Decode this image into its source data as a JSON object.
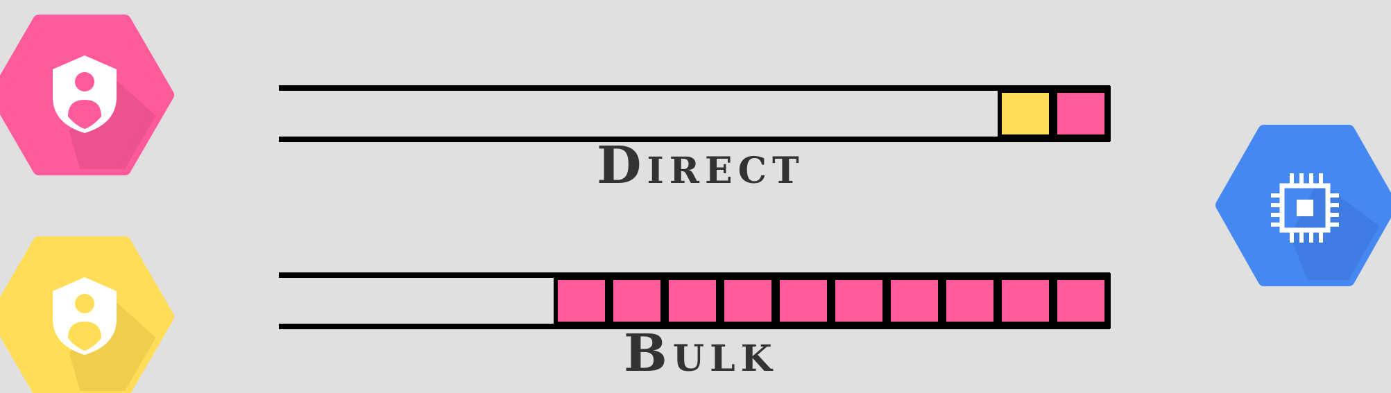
{
  "labels": {
    "direct": "Direct",
    "bulk": "Bulk"
  },
  "icons": {
    "pink_shield": "user-shield-icon",
    "yellow_shield": "user-shield-icon",
    "chip": "compute-chip-icon"
  },
  "colors": {
    "background": "#e0e0e0",
    "pink": "#ff5a9b",
    "yellow": "#ffdd57",
    "blue": "#4688f1",
    "line": "#000000"
  },
  "queues": {
    "direct": {
      "slots": [
        "yellow",
        "pink"
      ]
    },
    "bulk": {
      "slots": [
        "pink",
        "pink",
        "pink",
        "pink",
        "pink",
        "pink",
        "pink",
        "pink",
        "pink",
        "pink"
      ]
    }
  }
}
